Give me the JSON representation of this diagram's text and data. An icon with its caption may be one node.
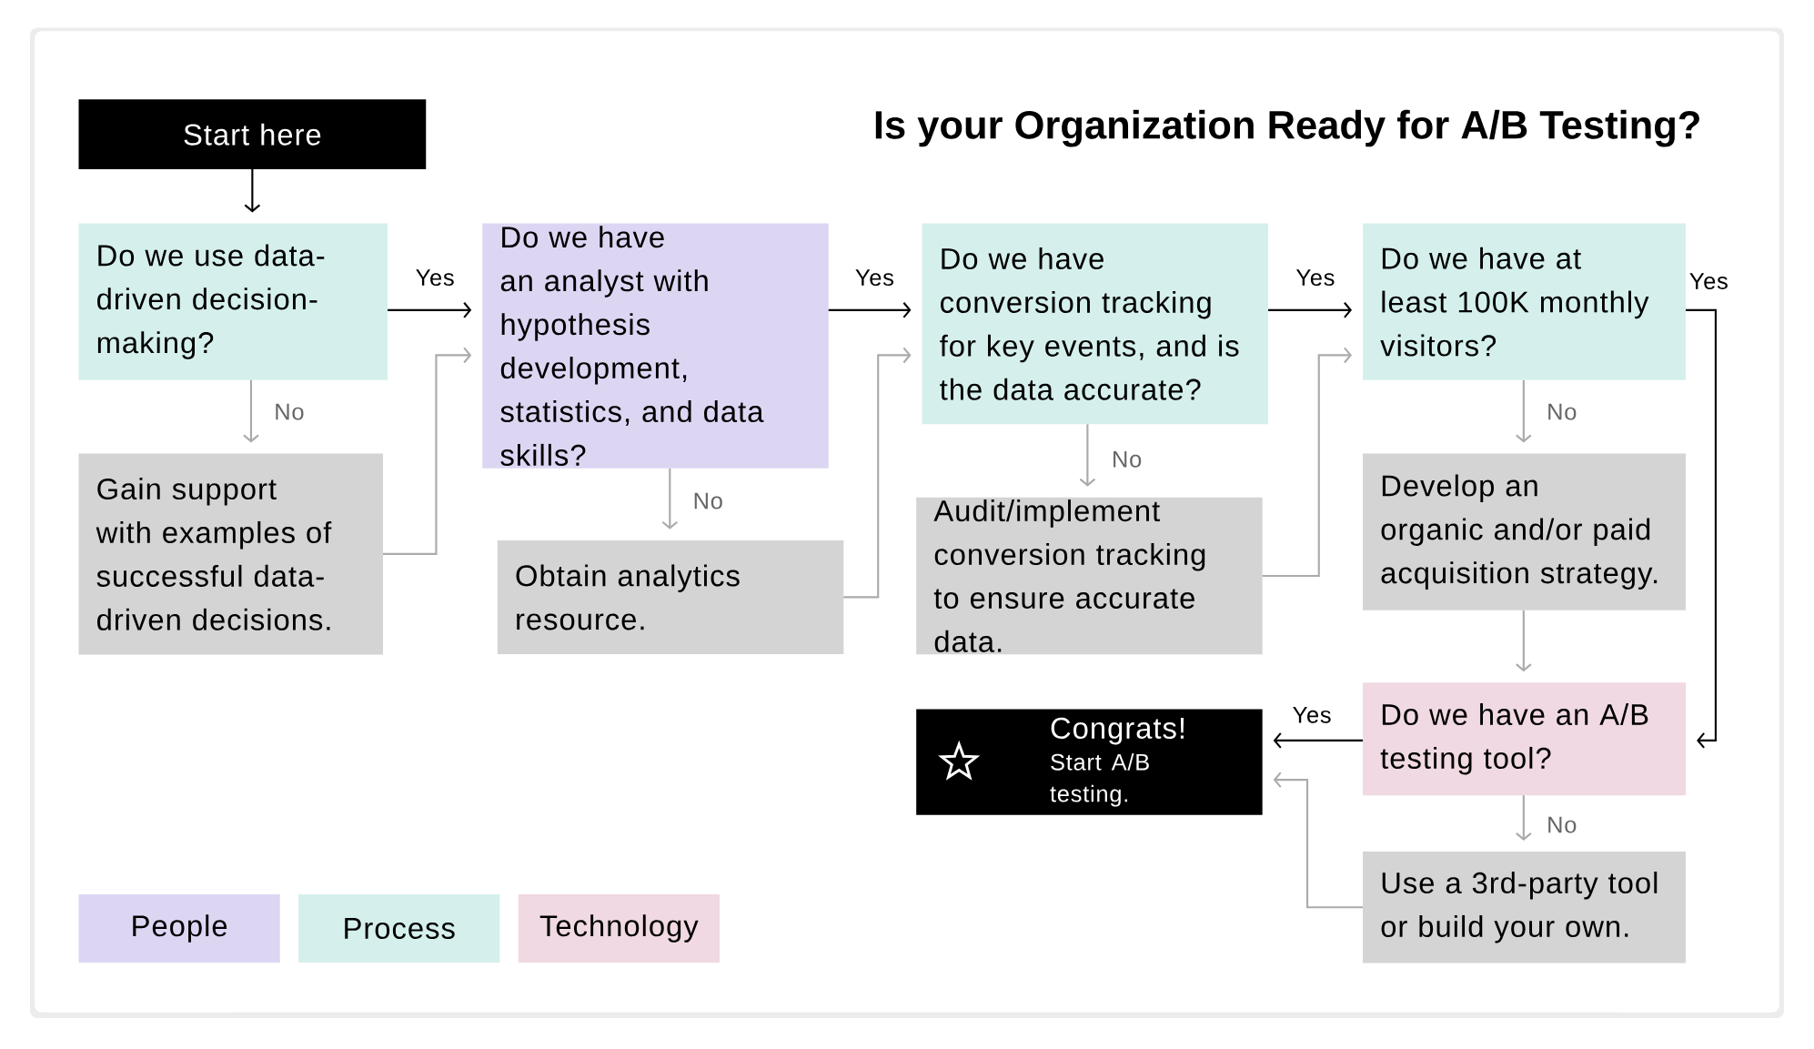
{
  "diagram": {
    "title": "Is your Organization Ready for A/B Testing?",
    "nodes": [
      {
        "text": [
          "Start here"
        ]
      },
      {
        "text": [
          "Do we use data-driven decision-making?"
        ]
      },
      {
        "text": [
          "Gain support with examples of successful data-driven decisions."
        ]
      },
      {
        "text": [
          "Do we have an analyst with hypothesis development, statistics, and data skills?"
        ]
      },
      {
        "text": [
          "Obtain analytics resource."
        ]
      },
      {
        "text": [
          "Do we have conversion tracking for key events, and is the data accurate?"
        ]
      },
      {
        "text": [
          "Audit/implement conversion tracking to ensure accurate data."
        ]
      },
      {
        "text": [
          "Do we have at least 100K monthly visitors?"
        ]
      },
      {
        "text": [
          "Develop an organic and/or paid acquisition strategy."
        ]
      },
      {
        "text": [
          "Do we have an A/B testing tool?"
        ]
      },
      {
        "text": [
          "Congrats!",
          "Start A/B testing."
        ]
      },
      {
        "text": [
          "Use a 3rd-party tool or build your own."
        ]
      }
    ],
    "edges": [
      {
        "from": 0,
        "to": 1,
        "arrow": "to",
        "color": "#000000"
      },
      {
        "from": 1,
        "to": 3,
        "arrow": "to",
        "label": "Yes",
        "color": "#000000"
      },
      {
        "from": 1,
        "to": 2,
        "arrow": "to",
        "label": "No"
      },
      {
        "from": 2,
        "to": 3,
        "arrow": "to"
      },
      {
        "from": 3,
        "to": 5,
        "arrow": "to",
        "label": "Yes",
        "color": "#000000"
      },
      {
        "from": 3,
        "to": 4,
        "arrow": "to",
        "label": "No"
      },
      {
        "from": 4,
        "to": 5,
        "arrow": "to"
      },
      {
        "from": 5,
        "to": 7,
        "arrow": "to",
        "label": "Yes",
        "color": "#000000"
      },
      {
        "from": 5,
        "to": 6,
        "arrow": "to",
        "label": "No"
      },
      {
        "from": 6,
        "to": 7,
        "arrow": "to"
      },
      {
        "from": 7,
        "to": 9,
        "arrow": "to",
        "label": "Yes",
        "color": "#000000"
      },
      {
        "from": 7,
        "to": 8,
        "arrow": "to",
        "label": "No"
      },
      {
        "from": 8,
        "to": 9,
        "arrow": "to"
      },
      {
        "from": 9,
        "to": 10,
        "arrow": "to",
        "label": "Yes",
        "color": "#000000"
      },
      {
        "from": 9,
        "to": 11,
        "arrow": "to",
        "label": "No"
      },
      {
        "from": 11,
        "to": 10,
        "arrow": "to"
      }
    ],
    "legend": [
      {
        "text": "People",
        "color": "#ddd6f3"
      },
      {
        "text": "Process",
        "color": "#d5f0ec"
      },
      {
        "text": "Technology",
        "color": "#f0d9e2"
      }
    ]
  }
}
